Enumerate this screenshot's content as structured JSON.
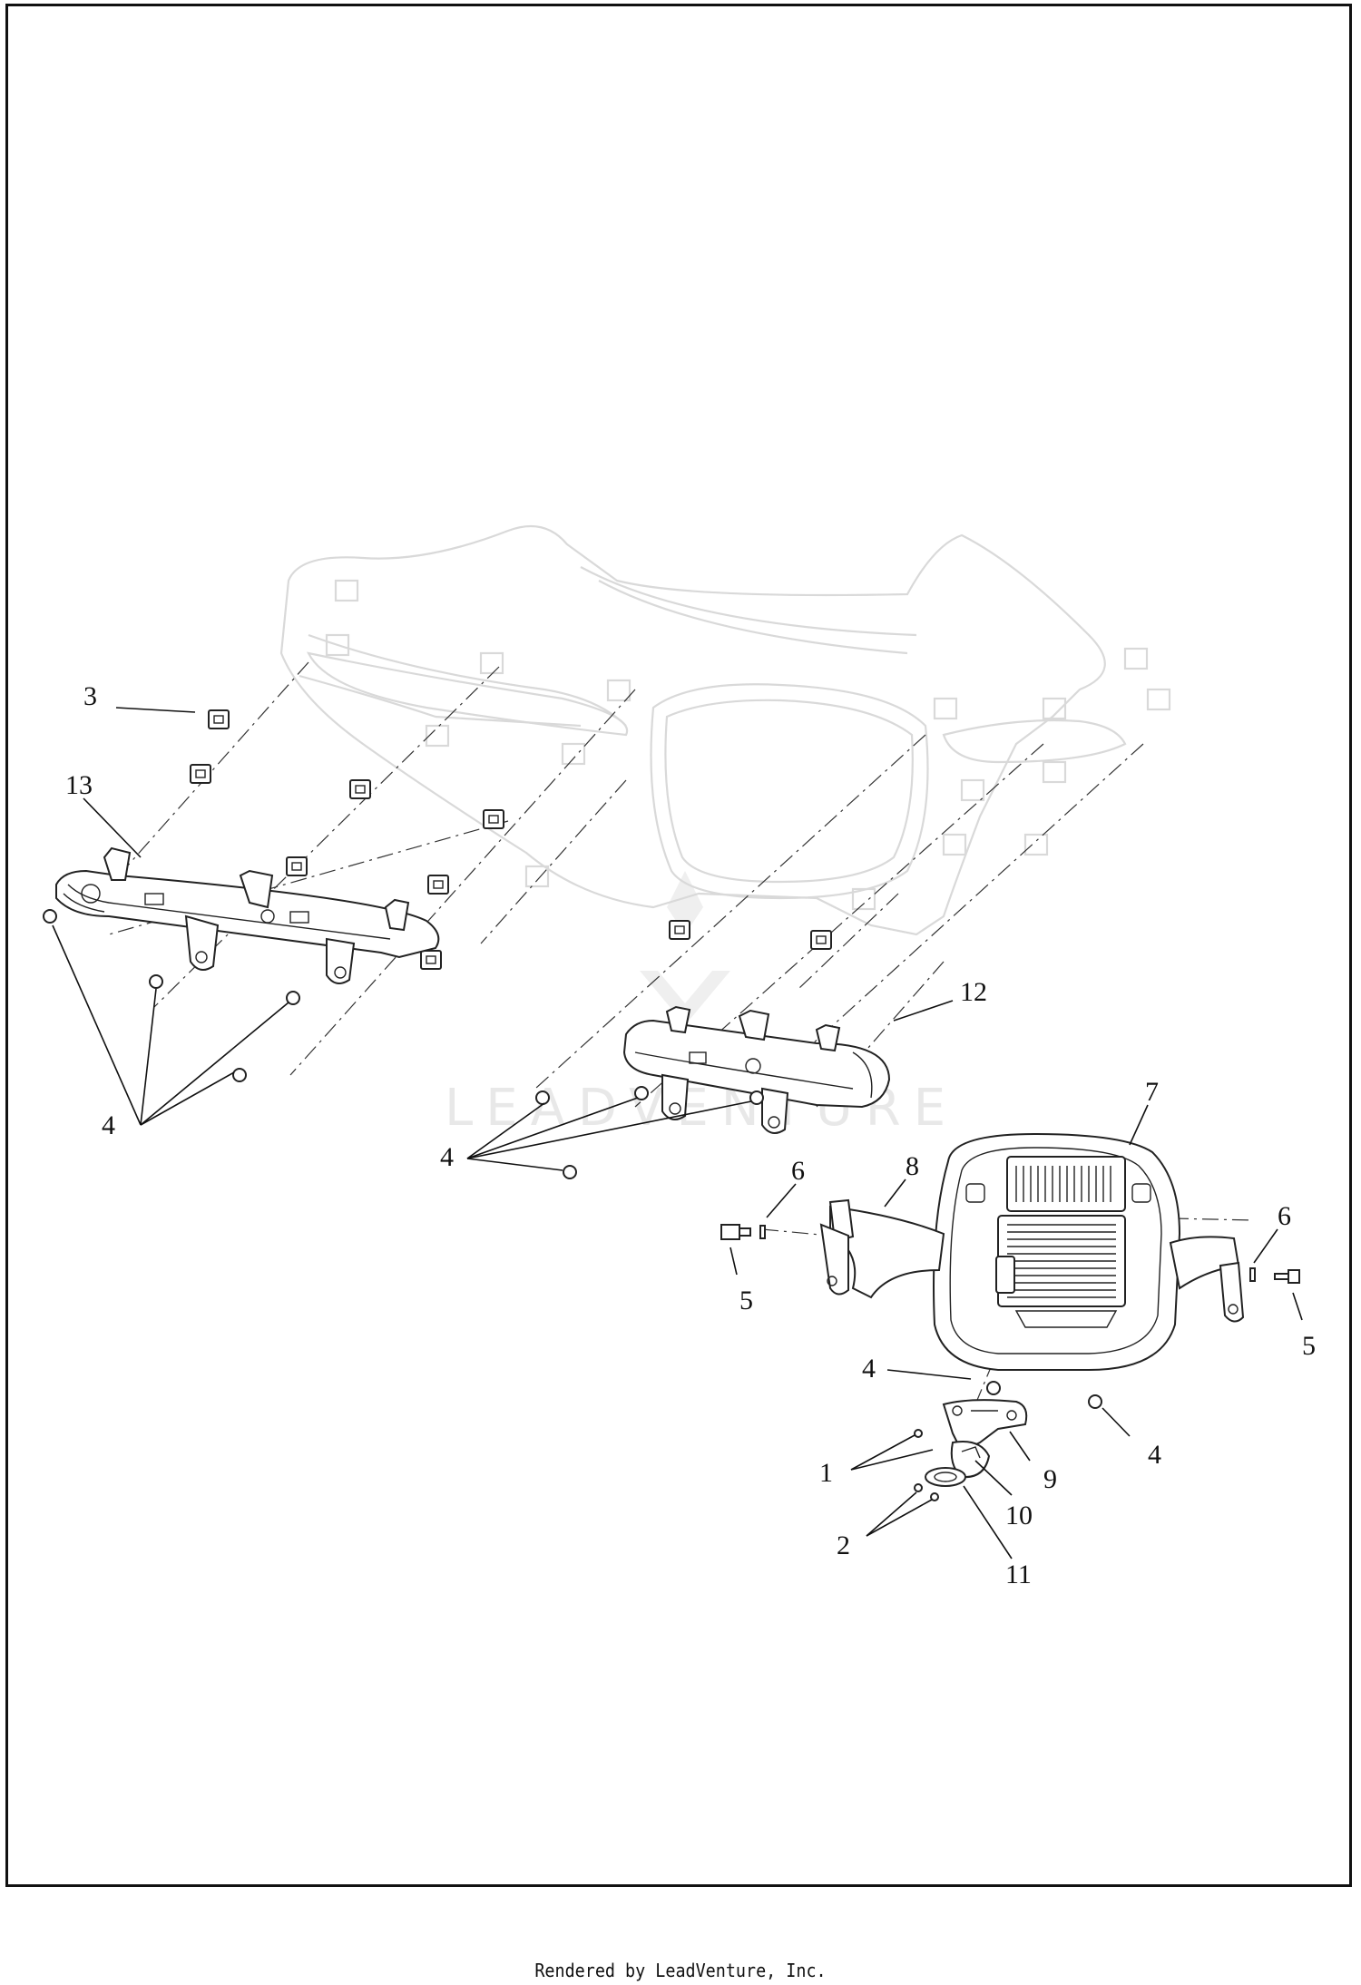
{
  "watermark": "LEADVENTURE",
  "footer": "Rendered by LeadVenture, Inc.",
  "callouts": [
    {
      "id": "c3",
      "text": "3"
    },
    {
      "id": "c13",
      "text": "13"
    },
    {
      "id": "c4a",
      "text": "4"
    },
    {
      "id": "c12",
      "text": "12"
    },
    {
      "id": "c4b",
      "text": "4"
    },
    {
      "id": "c7",
      "text": "7"
    },
    {
      "id": "c6a",
      "text": "6"
    },
    {
      "id": "c8",
      "text": "8"
    },
    {
      "id": "c6b",
      "text": "6"
    },
    {
      "id": "c5a",
      "text": "5"
    },
    {
      "id": "c5b",
      "text": "5"
    },
    {
      "id": "c4c",
      "text": "4"
    },
    {
      "id": "c4d",
      "text": "4"
    },
    {
      "id": "c1",
      "text": "1"
    },
    {
      "id": "c9",
      "text": "9"
    },
    {
      "id": "c10",
      "text": "10"
    },
    {
      "id": "c2",
      "text": "2"
    },
    {
      "id": "c11",
      "text": "11"
    }
  ]
}
